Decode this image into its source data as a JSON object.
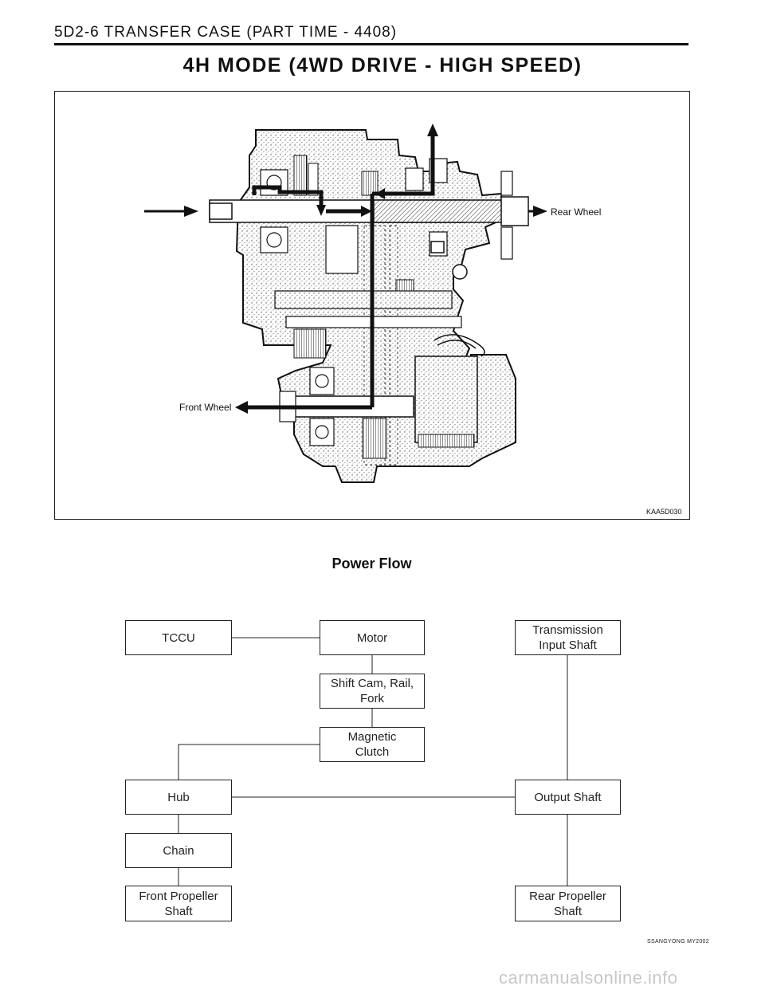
{
  "header": {
    "section_title": "5D2-6  TRANSFER CASE (PART TIME - 4408)",
    "page_title": "4H  MODE  (4WD  DRIVE  -  HIGH  SPEED)"
  },
  "figure": {
    "rear_wheel_label": "Rear Wheel",
    "front_wheel_label": "Front Wheel",
    "figure_code": "KAA5D030"
  },
  "power_flow": {
    "title": "Power Flow",
    "boxes": {
      "tccu": "TCCU",
      "motor": "Motor",
      "transmission_line1": "Transmission",
      "transmission_line2": "Input Shaft",
      "shift_cam_line1": "Shift Cam, Rail,",
      "shift_cam_line2": "Fork",
      "magnetic_clutch_line1": "Magnetic",
      "magnetic_clutch_line2": "Clutch",
      "hub": "Hub",
      "output_shaft": "Output Shaft",
      "chain": "Chain",
      "front_propeller_line1": "Front Propeller",
      "front_propeller_line2": "Shaft",
      "rear_propeller_line1": "Rear Propeller",
      "rear_propeller_line2": "Shaft"
    }
  },
  "footer": {
    "model": "SSANGYONG  MY2002",
    "watermark": "carmanualsonline.info"
  }
}
